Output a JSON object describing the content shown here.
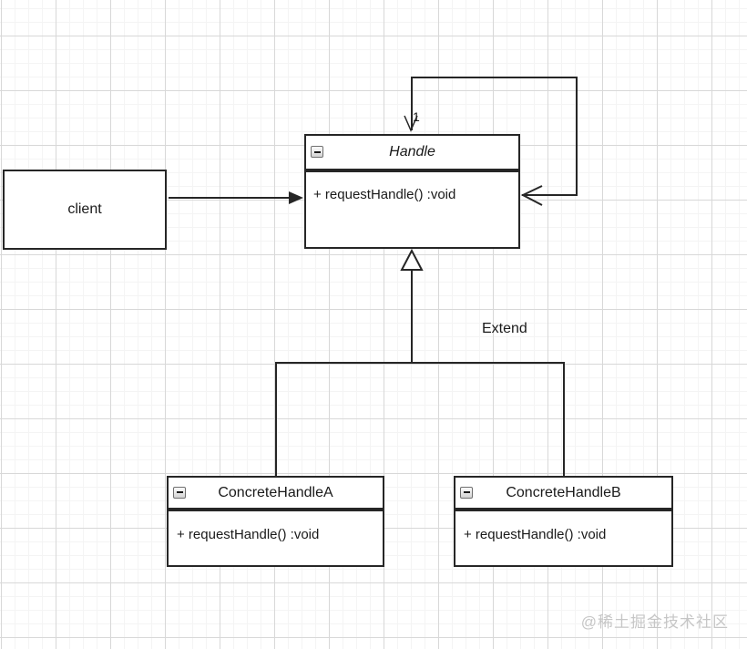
{
  "diagram": {
    "nodes": {
      "client": {
        "label": "client"
      },
      "handle": {
        "title": "Handle",
        "member": "+ requestHandle() :void"
      },
      "concrete_handle_a": {
        "title": "ConcreteHandleA",
        "member": "+ requestHandle() :void"
      },
      "concrete_handle_b": {
        "title": "ConcreteHandleB",
        "member": "+ requestHandle() :void"
      }
    },
    "edge_labels": {
      "multiplicity": "1",
      "inheritance": "Extend"
    },
    "colors": {
      "line": "#262626",
      "grid_major": "#d8d8d8",
      "grid_minor": "#f4f4f4",
      "watermark": "#c6c6c6"
    }
  },
  "watermark": {
    "text": "@稀土掘金技术社区"
  }
}
